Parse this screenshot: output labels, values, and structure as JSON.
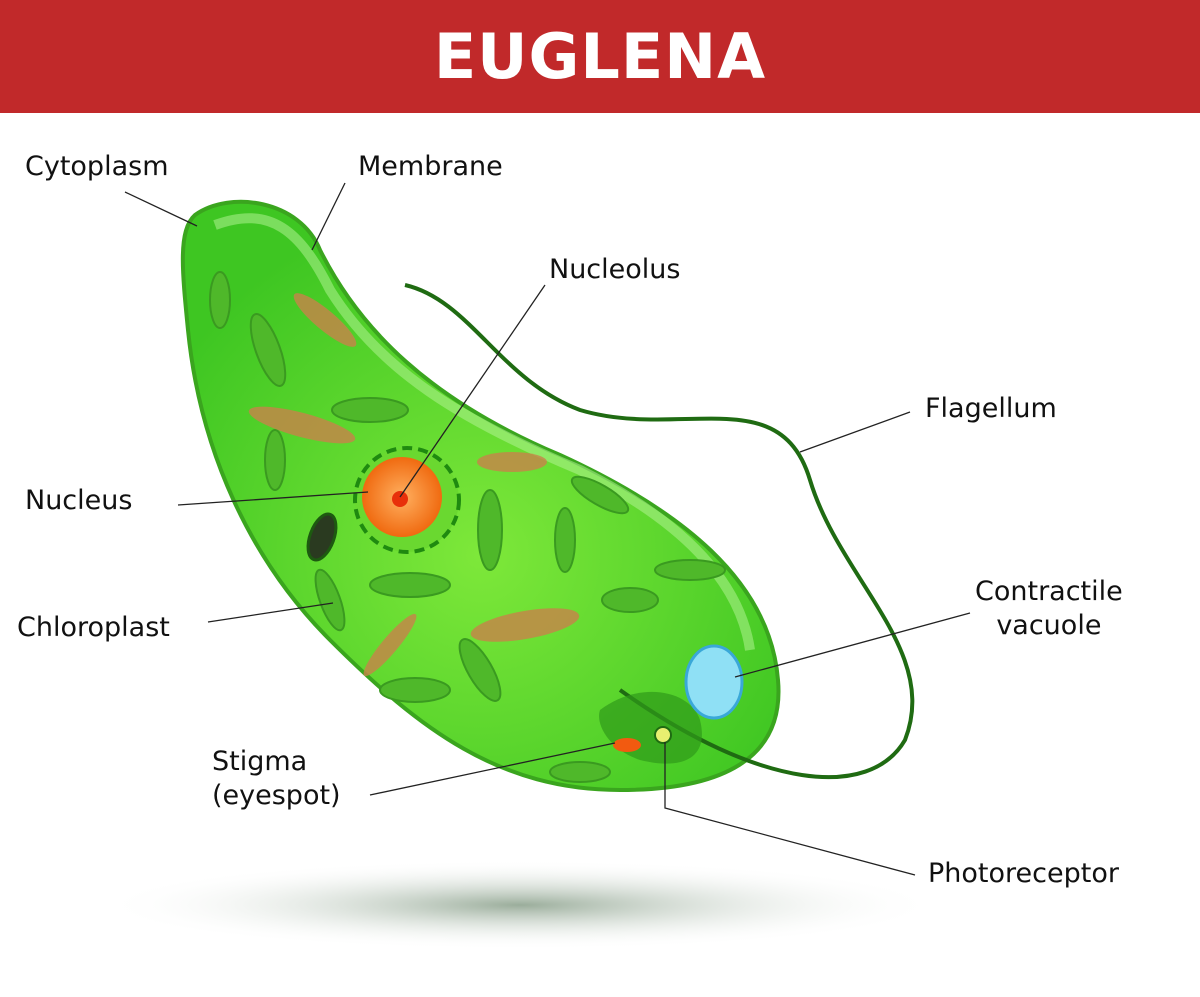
{
  "header": {
    "title": "EUGLENA"
  },
  "labels": {
    "cytoplasm": "Cytoplasm",
    "membrane": "Membrane",
    "nucleolus": "Nucleolus",
    "flagellum": "Flagellum",
    "nucleus": "Nucleus",
    "chloroplast": "Chloroplast",
    "contractile_vacuole_1": "Contractile",
    "contractile_vacuole_2": "vacuole",
    "stigma_1": "Stigma",
    "stigma_2": "(eyespot)",
    "photoreceptor": "Photoreceptor"
  },
  "colors": {
    "header": "#c1292a",
    "body": "#4fd62a",
    "flagellum": "#1f6b12",
    "nucleus": "#f47a1e",
    "vacuole": "#8fe0f5"
  }
}
